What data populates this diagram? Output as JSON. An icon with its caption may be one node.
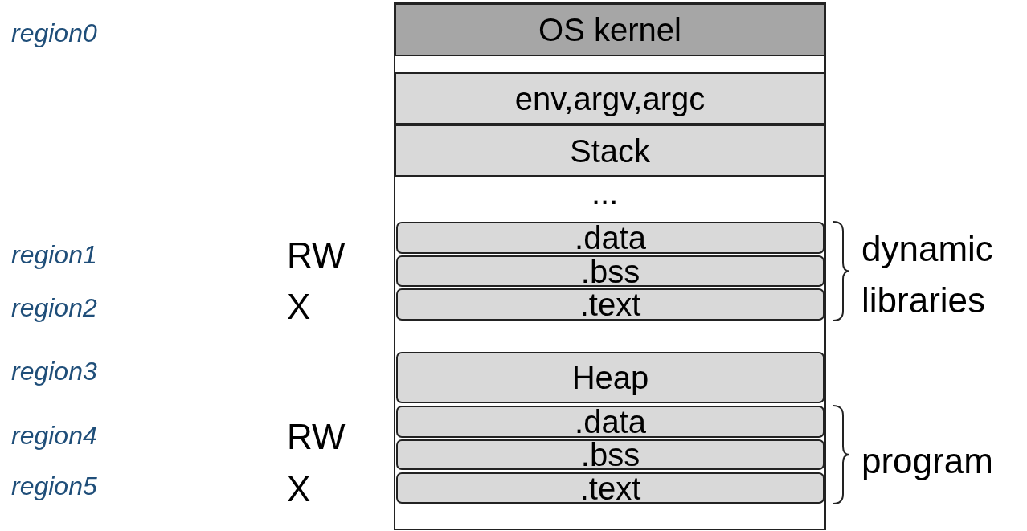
{
  "diagram": {
    "nodes": [
      {
        "text": [
          "OS kernel"
        ]
      },
      {
        "text": [
          "env,argv,argc"
        ]
      },
      {
        "text": [
          "Stack"
        ]
      },
      {
        "text": [
          ".data"
        ]
      },
      {
        "text": [
          ".bss"
        ]
      },
      {
        "text": [
          ".text"
        ]
      },
      {
        "text": [
          "Heap"
        ]
      },
      {
        "text": [
          ".data"
        ]
      },
      {
        "text": [
          ".bss"
        ]
      },
      {
        "text": [
          ".text"
        ]
      }
    ],
    "edges": [],
    "labels": [
      "region0",
      "...",
      "region1",
      "RW",
      "dynamic libraries",
      "region2",
      "X",
      "region3",
      "region4",
      "RW",
      "program",
      "region5",
      "X"
    ]
  }
}
